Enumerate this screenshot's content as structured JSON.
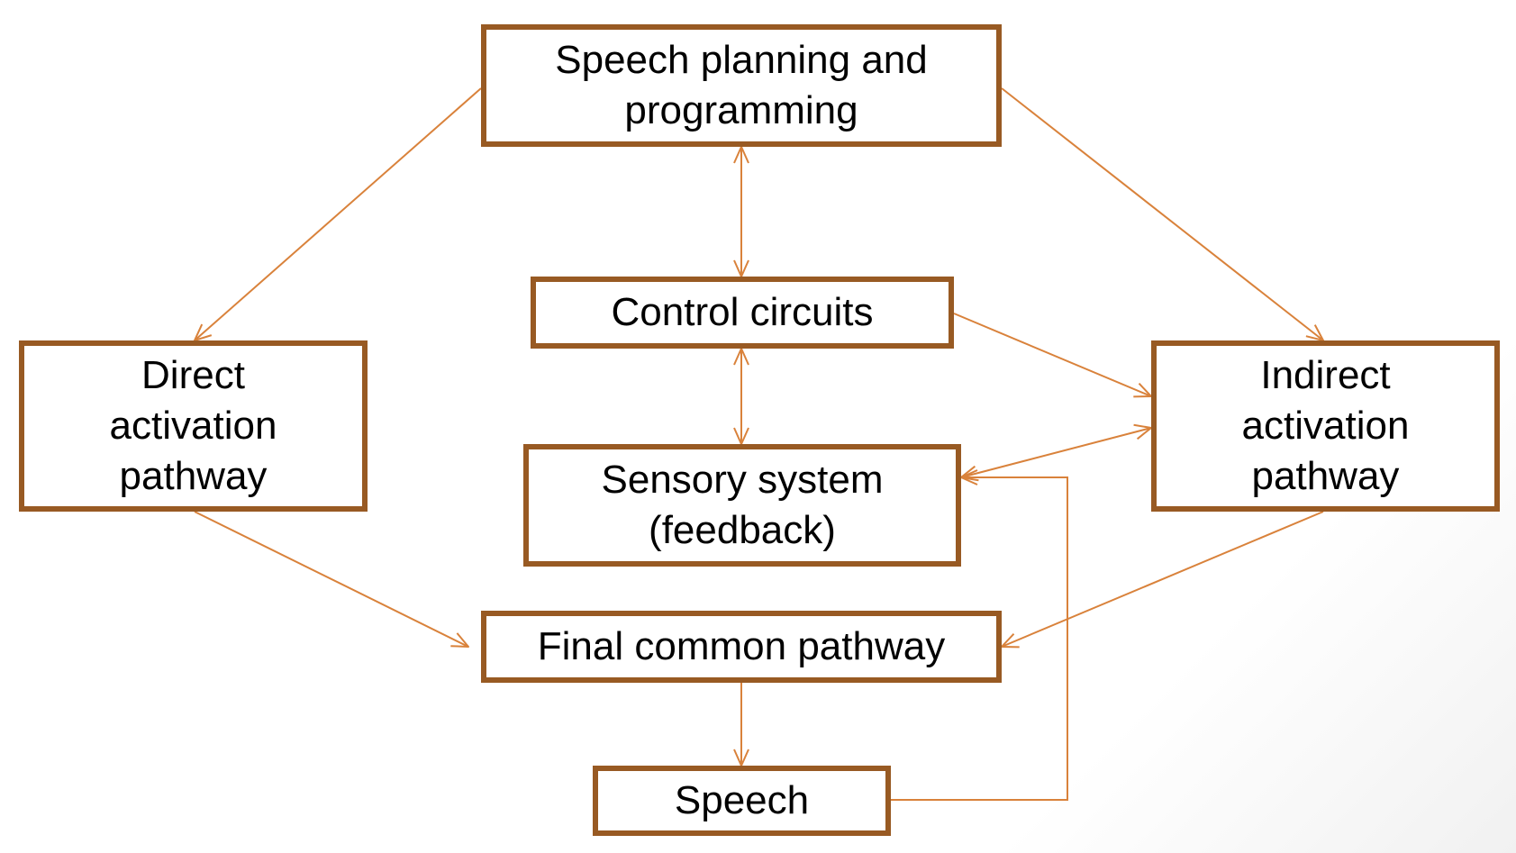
{
  "diagram": {
    "nodes": {
      "speech_planning": "Speech planning and\nprogramming",
      "control_circuits": "Control circuits",
      "direct_pathway": "Direct\nactivation\npathway",
      "indirect_pathway": "Indirect\nactivation\npathway",
      "sensory_system": "Sensory system\n(feedback)",
      "final_common_pathway": "Final common pathway",
      "speech": "Speech"
    },
    "edges": [
      {
        "from": "speech_planning",
        "to": "direct_pathway",
        "direction": "forward"
      },
      {
        "from": "speech_planning",
        "to": "indirect_pathway",
        "direction": "forward"
      },
      {
        "from": "speech_planning",
        "to": "control_circuits",
        "direction": "both"
      },
      {
        "from": "control_circuits",
        "to": "sensory_system",
        "direction": "both"
      },
      {
        "from": "control_circuits",
        "to": "indirect_pathway",
        "direction": "forward"
      },
      {
        "from": "sensory_system",
        "to": "indirect_pathway",
        "direction": "both"
      },
      {
        "from": "direct_pathway",
        "to": "final_common_pathway",
        "direction": "forward"
      },
      {
        "from": "indirect_pathway",
        "to": "final_common_pathway",
        "direction": "forward"
      },
      {
        "from": "final_common_pathway",
        "to": "speech",
        "direction": "forward"
      },
      {
        "from": "speech",
        "to": "sensory_system",
        "direction": "forward"
      }
    ],
    "colors": {
      "box_border": "#985a23",
      "connector": "#d9823b",
      "text": "#000000"
    }
  }
}
